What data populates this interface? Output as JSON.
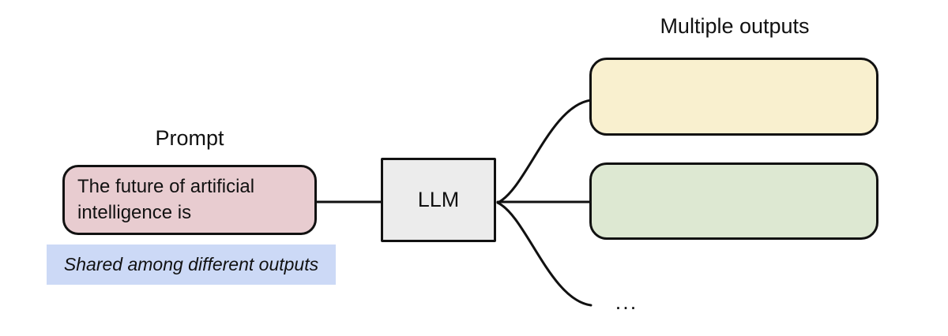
{
  "diagram": {
    "prompt": {
      "label": "Prompt",
      "box_text": "The future of artificial intelligence is",
      "fill": "#e8ccd0"
    },
    "note": {
      "text": "Shared among different outputs",
      "fill": "#ccd9f6"
    },
    "llm": {
      "label": "LLM",
      "fill": "#ececec"
    },
    "outputs": {
      "label": "Multiple outputs",
      "box1_fill": "#f9f0cf",
      "box2_fill": "#dde8d2",
      "more_indicator": "..."
    },
    "stroke_color": "#111111"
  }
}
